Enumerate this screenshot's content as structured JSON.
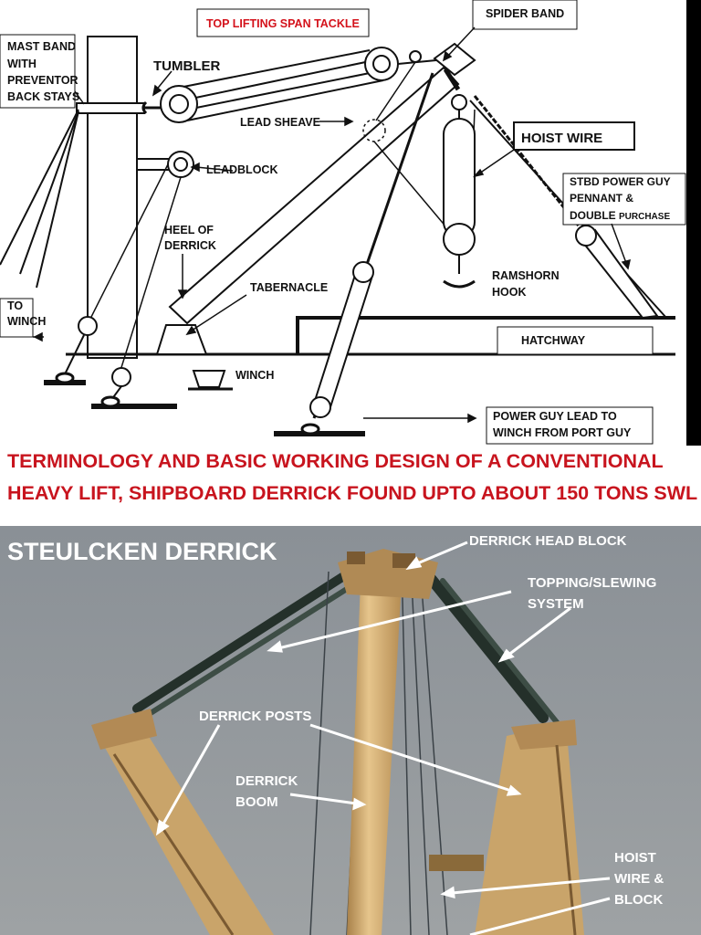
{
  "diagram": {
    "labels": {
      "top_tackle": "TOP LIFTING SPAN TACKLE",
      "spider_band": "SPIDER BAND",
      "mast_band_1": "MAST BAND",
      "mast_band_2": "WITH",
      "mast_band_3": "PREVENTOR",
      "mast_band_4": "BACK STAYS",
      "tumbler": "TUMBLER",
      "lead_sheave": "LEAD SHEAVE",
      "hoist_wire": "HOIST WIRE",
      "leadblock": "LEADBLOCK",
      "stbd_1": "STBD POWER GUY",
      "stbd_2": "PENNANT &",
      "stbd_3a": "DOUBLE ",
      "stbd_3b": "PURCHASE",
      "heel_1": "HEEL OF",
      "heel_2": "DERRICK",
      "ramshorn_1": "RAMSHORN",
      "ramshorn_2": "HOOK",
      "to_winch_1": "TO",
      "to_winch_2": "WINCH",
      "tabernacle": "TABERNACLE",
      "hatchway": "HATCHWAY",
      "winch": "WINCH",
      "power_guy_1": "POWER GUY LEAD TO",
      "power_guy_2": "WINCH FROM PORT GUY"
    }
  },
  "caption": {
    "line1": "TERMINOLOGY AND BASIC WORKING DESIGN OF A CONVENTIONAL",
    "line2": "HEAVY LIFT, SHIPBOARD DERRICK FOUND UPTO ABOUT 150 TONS SWL"
  },
  "photo": {
    "title": "STEULCKEN DERRICK",
    "labels": {
      "head_block": "DERRICK HEAD BLOCK",
      "topping_1": "TOPPING/SLEWING",
      "topping_2": "SYSTEM",
      "posts": "DERRICK POSTS",
      "boom_1": "DERRICK",
      "boom_2": "BOOM",
      "hoist_1": "HOIST",
      "hoist_2": "WIRE &",
      "hoist_3": "BLOCK"
    }
  },
  "colors": {
    "caption_red": "#c8141e",
    "label_red": "#d4121b",
    "sky": "#8d9399",
    "boom_yellow": "#d9b77a"
  }
}
